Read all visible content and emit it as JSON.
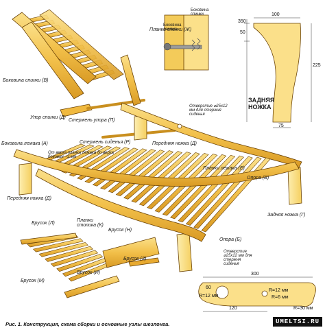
{
  "labels": {
    "side_back": "Боковина спинки",
    "side_back_letter": "В",
    "back_slats": "Планки спинки",
    "back_slats_letter": "Ж",
    "back_rest": "Упор спинки",
    "back_rest_letter": "Д",
    "stop_rod": "Стержень упора",
    "stop_rod_letter": "П",
    "seat_rod": "Стержень сиденья",
    "seat_rod_letter": "Р",
    "front_leg_top": "Передняя ножка",
    "front_leg_top_letter": "Д",
    "hole_top": "Отверстие ⌀25x12 мм для стержня сиденья",
    "side_lounger": "Боковина лежака",
    "side_lounger_letter": "А",
    "from_top_note": "От верха планки лежака до верха боковин ~3 мм",
    "lounger_slats": "Планки лежака",
    "lounger_slats_letter": "Е",
    "support": "Опора",
    "support_letter": "Б",
    "front_leg": "Передняя ножка",
    "front_leg_letter": "Д",
    "rear_leg": "Задняя ножка",
    "rear_leg_letter": "Г",
    "bar_l": "Брусок",
    "bar_l_letter": "Л",
    "table_slats": "Планки столика",
    "table_slats_letter": "К",
    "bar_n": "Брусок",
    "bar_n_letter": "Н",
    "bar_z": "Брусок",
    "bar_z_letter": "З",
    "bar_m": "Брусок",
    "bar_m_letter": "М",
    "bar_i": "Брусок",
    "bar_i_letter": "И",
    "support_bottom": "Опора",
    "support_bottom_letter": "Б",
    "hole_bottom": "Отверстие ⌀25x12 мм для стержня сиденья",
    "side_back_detail": "Боковина спинки",
    "side_lounger_detail": "Боковина лежака",
    "rear_leg_title": "ЗАДНЯЯ НОЖКА"
  },
  "dimensions": {
    "leg_top": "100",
    "leg_350": "350",
    "leg_50": "50",
    "leg_225": "225",
    "leg_75": "75",
    "support_300": "300",
    "support_60": "60",
    "support_120": "120",
    "support_r12_left": "R=12 мм",
    "support_r12": "R=12 мм",
    "support_r6": "R=6 мм",
    "support_r30": "R=30 мм"
  },
  "caption": "Рис. 1. Конструкция, схема сборки и основные узлы шезлонга.",
  "watermark": "UMELTSI.RU",
  "colors": {
    "wood": "#f2c04a",
    "wood_dark": "#b57a14",
    "wood_light": "#fbe08a",
    "outline": "#6b4306"
  }
}
